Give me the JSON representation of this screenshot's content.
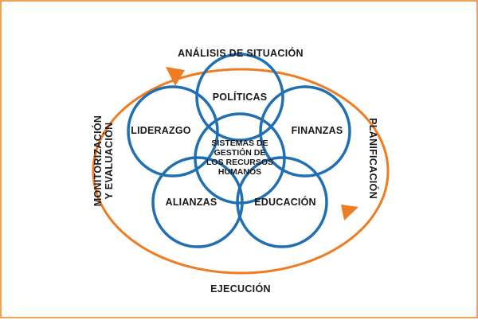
{
  "colors": {
    "circle_stroke": "#1f6fb2",
    "cycle_stroke": "#f07c22",
    "text": "#1a1a1a",
    "frame": "#f0a15a"
  },
  "outer_labels": {
    "top": "ANÁLISIS DE SITUACIÓN",
    "right": "PLANIFICACIÓN",
    "bottom": "EJECUCIÓN",
    "left_line1": "MONITORIZACIÓN",
    "left_line2": "Y EVALUACIÓN"
  },
  "nodes": {
    "politicas": "POLÍTICAS",
    "liderazgo": "LIDERAZGO",
    "finanzas": "FINANZAS",
    "alianzas": "ALIANZAS",
    "educacion": "EDUCACIÓN"
  },
  "center_lines": [
    "SISTEMAS DE",
    "GESTIÓN DE",
    "LOS RECURSOS",
    "HUMANOS"
  ],
  "icons": {
    "cycle_arrow_top": "arrowhead-right-icon",
    "cycle_arrow_right": "arrowhead-down-icon"
  }
}
